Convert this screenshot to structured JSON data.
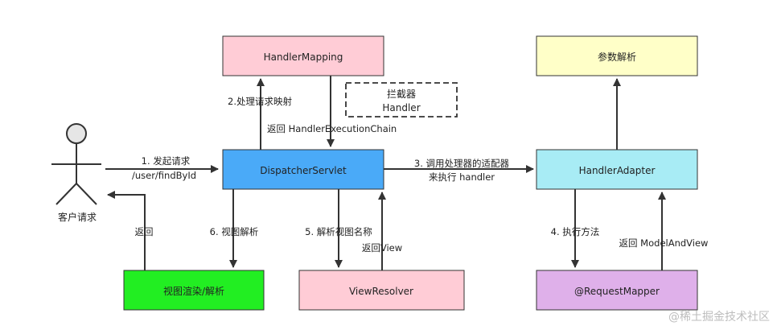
{
  "nodes": {
    "handler_mapping": {
      "label": "HandlerMapping",
      "fill": "#ffccd6"
    },
    "param_resolve": {
      "label": "参数解析",
      "fill": "#ffffc8"
    },
    "interceptor": {
      "line1": "拦截器",
      "line2": "Handler"
    },
    "dispatcher": {
      "label": "DispatcherServlet",
      "fill": "#4aaaf8"
    },
    "handler_adapter": {
      "label": "HandlerAdapter",
      "fill": "#a8ecf5"
    },
    "view_render": {
      "label": "视图渲染/解析",
      "fill": "#22ee22"
    },
    "view_resolver": {
      "label": "ViewResolver",
      "fill": "#ffccd6"
    },
    "request_mapper": {
      "label": "@RequestMapper",
      "fill": "#dfb0ea"
    }
  },
  "actor": {
    "label": "客户请求"
  },
  "edges": {
    "request_line1": "1. 发起请求",
    "request_line2": "/user/findById",
    "return_to_client": "返回",
    "handle_mapping": "2.处理请求映射",
    "return_chain": "返回 HandlerExecutionChain",
    "adapter_line1": "3. 调用处理器的适配器",
    "adapter_line2": "来执行 handler",
    "view_resolve": "6. 视图解析",
    "resolve_view_name": "5. 解析视图名称",
    "return_view": "返回View",
    "execute_method": "4. 执行方法",
    "return_mav": "返回 ModelAndView"
  },
  "watermark": "@稀土掘金技术社区",
  "colors": {
    "stroke": "#333333",
    "text": "#222222"
  }
}
